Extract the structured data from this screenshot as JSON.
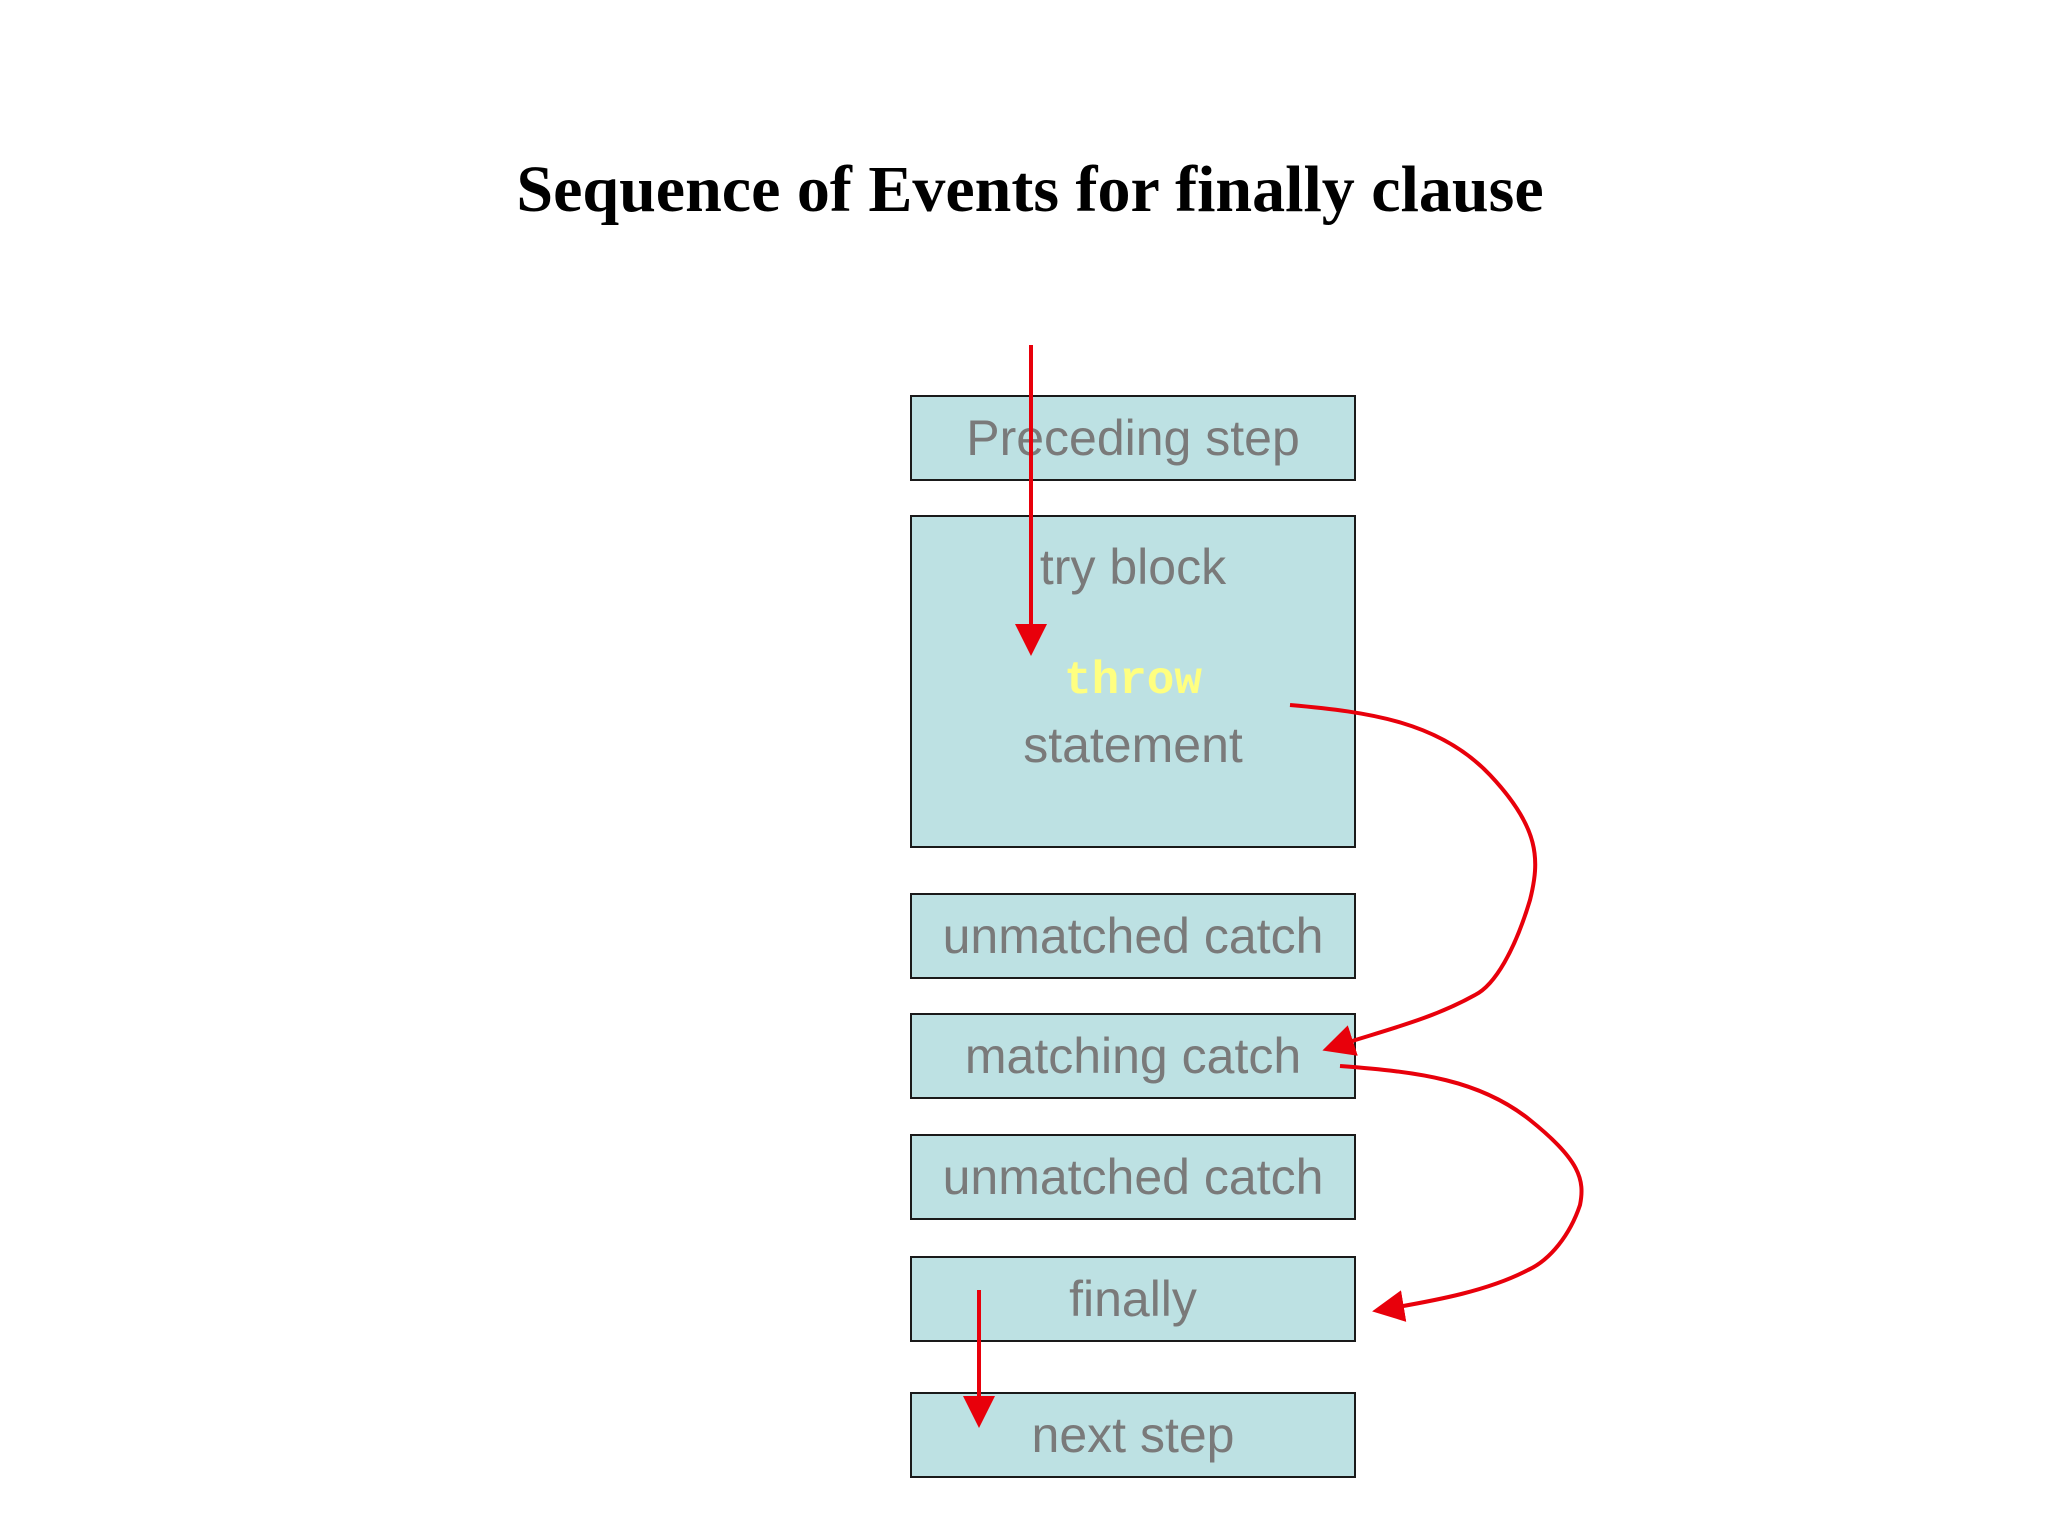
{
  "title": "Sequence of Events for finally clause",
  "colors": {
    "box_fill": "#bde1e3",
    "box_text": "#7a7a7a",
    "keyword": "#ffff80",
    "arrow": "#e8000b"
  },
  "boxes": {
    "preceding_step": "Preceding step",
    "try_block": {
      "label": "try block",
      "keyword": "throw",
      "statement": "statement"
    },
    "unmatched_catch_1": "unmatched catch",
    "matching_catch": "matching catch",
    "unmatched_catch_2": "unmatched catch",
    "finally": "finally",
    "next_step": "next step"
  }
}
